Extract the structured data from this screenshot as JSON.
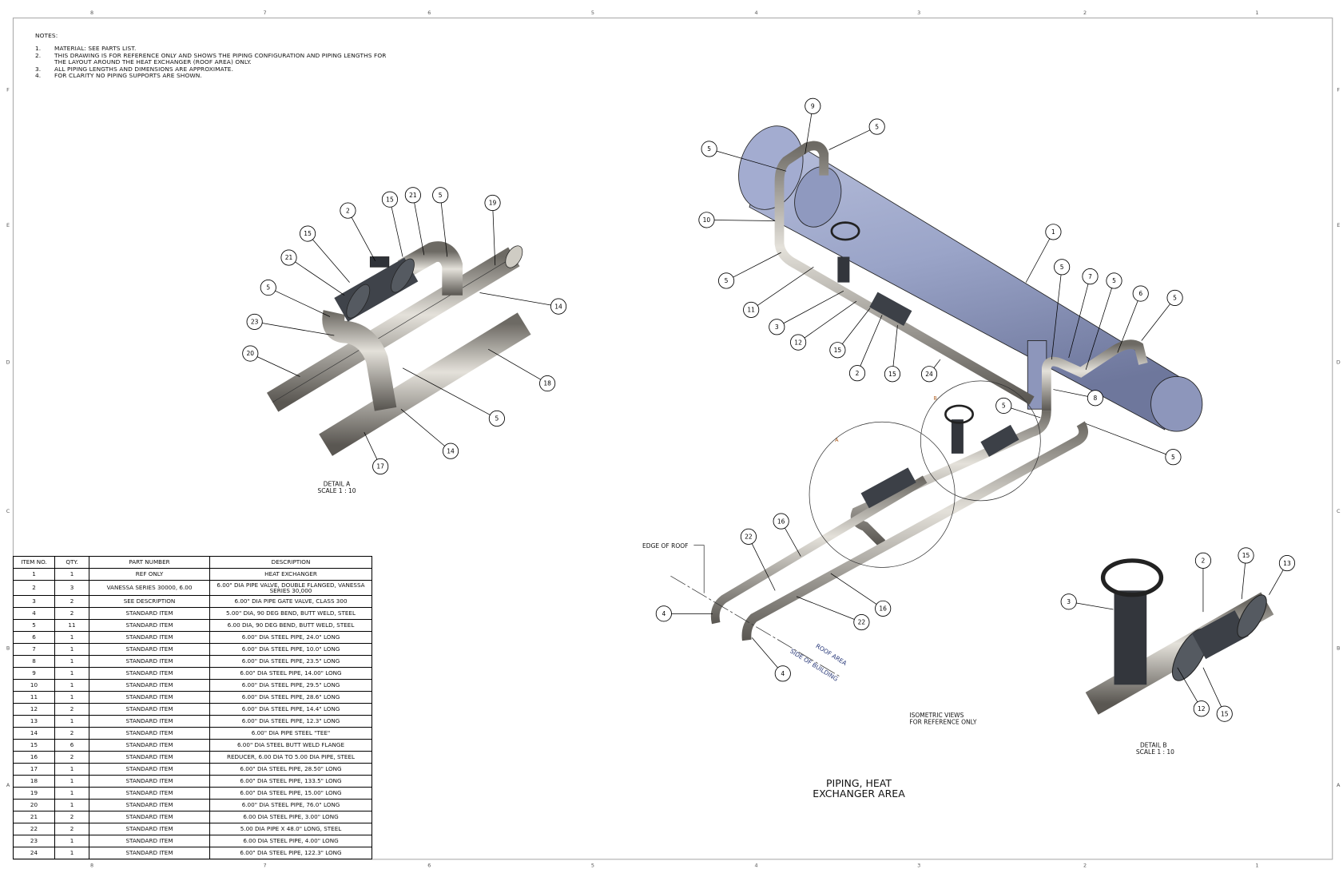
{
  "notes": {
    "header": "NOTES:",
    "items": [
      {
        "num": "1.",
        "text": "MATERIAL:  SEE PARTS LIST."
      },
      {
        "num": "2.",
        "text": "THIS DRAWING IS FOR REFERENCE ONLY AND SHOWS THE PIPING CONFIGURATION AND PIPING LENGTHS FOR THE LAYOUT AROUND  THE HEAT EXCHANGER (ROOF AREA) ONLY."
      },
      {
        "num": "3.",
        "text": "ALL PIPING LENGTHS AND DIMENSIONS ARE APPROXIMATE."
      },
      {
        "num": "4.",
        "text": "FOR CLARITY NO PIPING SUPPORTS ARE SHOWN."
      }
    ]
  },
  "border": {
    "columns_top": [
      "8",
      "7",
      "6",
      "5",
      "4",
      "3",
      "2",
      "1"
    ],
    "columns_bottom": [
      "8",
      "7",
      "6",
      "5",
      "4",
      "3",
      "2",
      "1"
    ],
    "rows": [
      "F",
      "E",
      "D",
      "C",
      "B",
      "A"
    ]
  },
  "bom": {
    "headers": [
      "ITEM NO.",
      "QTY.",
      "PART NUMBER",
      "DESCRIPTION"
    ],
    "rows": [
      [
        "1",
        "1",
        "REF ONLY",
        "HEAT EXCHANGER"
      ],
      [
        "2",
        "3",
        "VANESSA SERIES 30000, 6.00",
        "6.00\" DIA PIPE VALVE, DOUBLE FLANGED, VANESSA SERIES 30,000"
      ],
      [
        "3",
        "2",
        "SEE DESCRIPTION",
        "6.00\" DIA PIPE GATE VALVE, CLASS 300"
      ],
      [
        "4",
        "2",
        "STANDARD ITEM",
        "5.00\" DIA, 90 DEG BEND, BUTT WELD, STEEL"
      ],
      [
        "5",
        "11",
        "STANDARD ITEM",
        "6.00 DIA, 90 DEG BEND, BUTT WELD, STEEL"
      ],
      [
        "6",
        "1",
        "STANDARD ITEM",
        "6.00\" DIA STEEL PIPE, 24.0\" LONG"
      ],
      [
        "7",
        "1",
        "STANDARD ITEM",
        "6.00\" DIA STEEL PIPE, 10.0\" LONG"
      ],
      [
        "8",
        "1",
        "STANDARD ITEM",
        "6.00\" DIA STEEL PIPE, 23.5\" LONG"
      ],
      [
        "9",
        "1",
        "STANDARD ITEM",
        "6.00\" DIA STEEL PIPE, 14.00\" LONG"
      ],
      [
        "10",
        "1",
        "STANDARD ITEM",
        "6.00\" DIA STEEL PIPE, 29.5\" LONG"
      ],
      [
        "11",
        "1",
        "STANDARD ITEM",
        "6.00\" DIA STEEL PIPE, 28.6\" LONG"
      ],
      [
        "12",
        "2",
        "STANDARD ITEM",
        "6.00\" DIA STEEL PIPE, 14.4\" LONG"
      ],
      [
        "13",
        "1",
        "STANDARD ITEM",
        "6.00\" DIA STEEL PIPE, 12.3\" LONG"
      ],
      [
        "14",
        "2",
        "STANDARD ITEM",
        "6.00\" DIA PIPE STEEL \"TEE\""
      ],
      [
        "15",
        "6",
        "STANDARD ITEM",
        "6.00\" DIA STEEL BUTT WELD FLANGE"
      ],
      [
        "16",
        "2",
        "STANDARD ITEM",
        "REDUCER, 6.00 DIA TO 5.00 DIA PIPE, STEEL"
      ],
      [
        "17",
        "1",
        "STANDARD ITEM",
        "6.00\" DIA STEEL PIPE, 28.50\" LONG"
      ],
      [
        "18",
        "1",
        "STANDARD ITEM",
        "6.00\" DIA STEEL PIPE, 133.5\" LONG"
      ],
      [
        "19",
        "1",
        "STANDARD ITEM",
        "6.00\" DIA STEEL PIPE, 15.00\" LONG"
      ],
      [
        "20",
        "1",
        "STANDARD ITEM",
        "6.00\" DIA STEEL PIPE, 76.0\" LONG"
      ],
      [
        "21",
        "2",
        "STANDARD ITEM",
        "6.00 DIA STEEL PIPE, 3.00\" LONG"
      ],
      [
        "22",
        "2",
        "STANDARD ITEM",
        "5.00 DIA PIPE X 48.0\" LONG, STEEL"
      ],
      [
        "23",
        "1",
        "STANDARD ITEM",
        "6.00 DIA STEEL PIPE, 4.00\" LONG"
      ],
      [
        "24",
        "1",
        "STANDARD ITEM",
        "6.00\" DIA STEEL PIPE, 122.3\" LONG"
      ]
    ]
  },
  "labels": {
    "detail_a": "DETAIL A",
    "detail_a_scale": "SCALE 1 : 10",
    "detail_b": "DETAIL B",
    "detail_b_scale": "SCALE 1 : 10",
    "detail_a_marker": "A",
    "detail_b_marker": "B",
    "iso_1": "ISOMETRIC VIEWS",
    "iso_2": "FOR REFERENCE ONLY",
    "edge_of_roof": "EDGE OF ROOF",
    "roof_area": "ROOF AREA",
    "side_of_building": "SIDE OF BUILDING",
    "title_1": "PIPING, HEAT",
    "title_2": "EXCHANGER AREA"
  },
  "balloons": [
    "2",
    "15",
    "21",
    "5",
    "19",
    "15",
    "21",
    "5",
    "23",
    "20",
    "14",
    "18",
    "5",
    "14",
    "17",
    "9",
    "5",
    "5",
    "10",
    "5",
    "11",
    "3",
    "12",
    "15",
    "2",
    "15",
    "24",
    "1",
    "5",
    "7",
    "5",
    "6",
    "5",
    "8",
    "5",
    "5",
    "16",
    "22",
    "16",
    "22",
    "4",
    "4",
    "2",
    "15",
    "13",
    "3",
    "12",
    "15"
  ],
  "colors": {
    "exchanger": "#9aa4c8",
    "pipe": "#a9a59c",
    "valve": "#3a3d44",
    "line": "#000000"
  }
}
